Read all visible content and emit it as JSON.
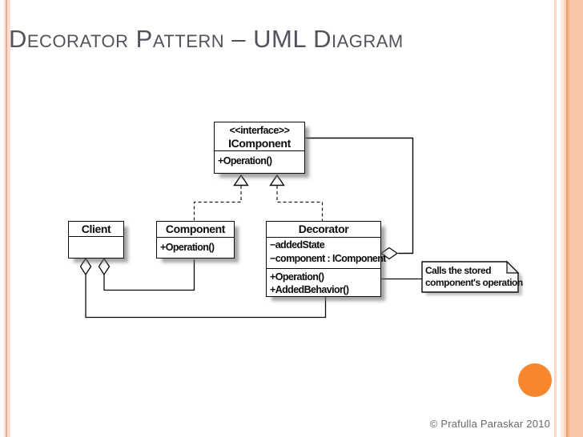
{
  "slide": {
    "title": "Decorator Pattern – UML Diagram",
    "copyright": "© Prafulla Paraskar 2010"
  },
  "theme": {
    "accent_orange": "#f6872e",
    "stripe_light": "#fbd9c8",
    "stripe_dark": "#ee9d6f",
    "title_color": "#54535c"
  },
  "diagram": {
    "interface_box": {
      "stereotype": "<<interface>>",
      "name": "IComponent",
      "methods": [
        "+Operation()"
      ]
    },
    "client_box": {
      "name": "Client"
    },
    "component_box": {
      "name": "Component",
      "methods": [
        "+Operation()"
      ]
    },
    "decorator_box": {
      "name": "Decorator",
      "attributes": [
        "−addedState",
        "−component : IComponent"
      ],
      "methods": [
        "+Operation()",
        "+AddedBehavior()"
      ]
    },
    "note": {
      "line1": "Calls the stored",
      "line2": "component's operation"
    }
  }
}
